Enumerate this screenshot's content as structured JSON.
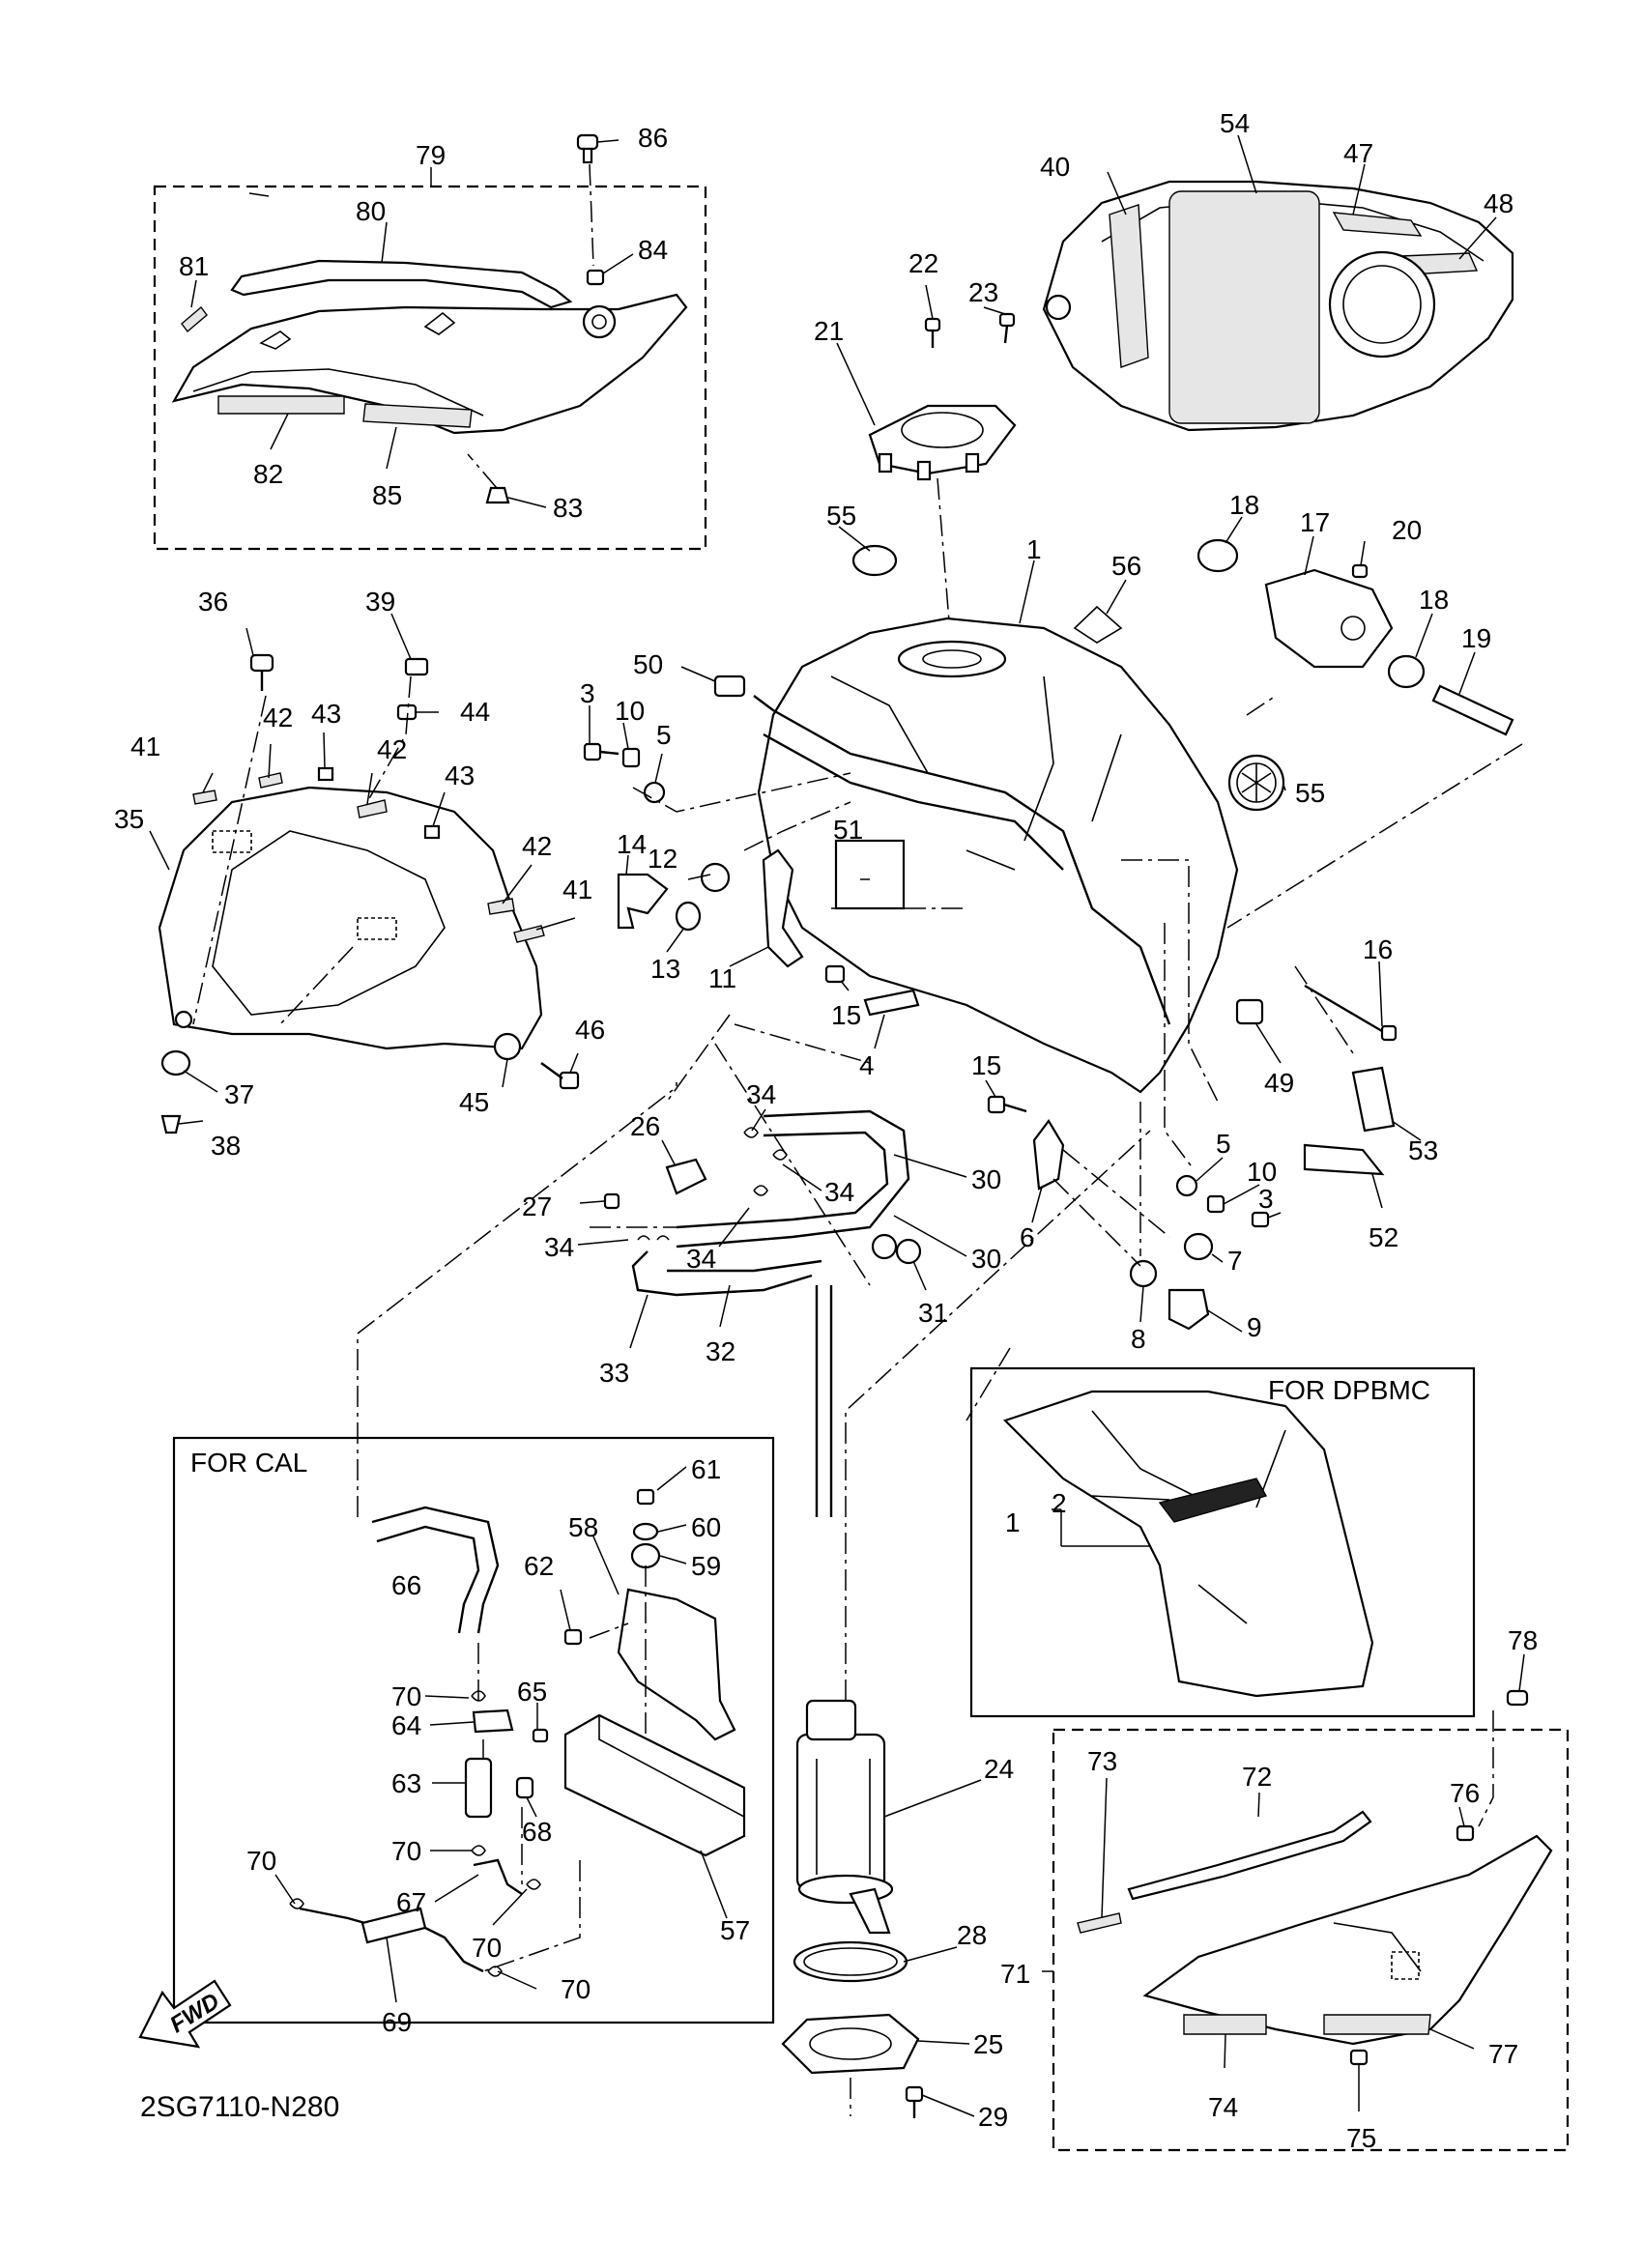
{
  "diagram": {
    "code": "2SG7110-N280",
    "fwd_label": "FWD",
    "box_cal_label": "FOR CAL",
    "box_dpbmc_label": "FOR DPBMC",
    "callouts": {
      "c1": "1",
      "c1b": "1",
      "c2": "2",
      "c3": "3",
      "c3b": "3",
      "c4": "4",
      "c5": "5",
      "c5b": "5",
      "c6": "6",
      "c7": "7",
      "c8": "8",
      "c9": "9",
      "c10": "10",
      "c10b": "10",
      "c11": "11",
      "c12": "12",
      "c13": "13",
      "c14": "14",
      "c15": "15",
      "c15b": "15",
      "c16": "16",
      "c17": "17",
      "c18": "18",
      "c18b": "18",
      "c19": "19",
      "c20": "20",
      "c21": "21",
      "c22": "22",
      "c23": "23",
      "c24": "24",
      "c25": "25",
      "c26": "26",
      "c27": "27",
      "c28": "28",
      "c29": "29",
      "c30": "30",
      "c30b": "30",
      "c31": "31",
      "c32": "32",
      "c33": "33",
      "c34a": "34",
      "c34b": "34",
      "c34c": "34",
      "c34d": "34",
      "c35": "35",
      "c36": "36",
      "c37": "37",
      "c38": "38",
      "c39": "39",
      "c40": "40",
      "c41": "41",
      "c41b": "41",
      "c42": "42",
      "c42b": "42",
      "c42c": "42",
      "c43": "43",
      "c43b": "43",
      "c44": "44",
      "c45": "45",
      "c46": "46",
      "c47": "47",
      "c48": "48",
      "c49": "49",
      "c50": "50",
      "c51": "51",
      "c52": "52",
      "c53": "53",
      "c54": "54",
      "c55": "55",
      "c55b": "55",
      "c56": "56",
      "c57": "57",
      "c58": "58",
      "c59": "59",
      "c60": "60",
      "c61": "61",
      "c62": "62",
      "c63": "63",
      "c64": "64",
      "c65": "65",
      "c66": "66",
      "c67": "67",
      "c68": "68",
      "c69": "69",
      "c70a": "70",
      "c70b": "70",
      "c70c": "70",
      "c70d": "70",
      "c70e": "70",
      "c71": "71",
      "c72": "72",
      "c73": "73",
      "c74": "74",
      "c75": "75",
      "c76": "76",
      "c77": "77",
      "c78": "78",
      "c79": "79",
      "c80": "80",
      "c81": "81",
      "c82": "82",
      "c83": "83",
      "c84": "84",
      "c85": "85",
      "c86": "86"
    }
  }
}
